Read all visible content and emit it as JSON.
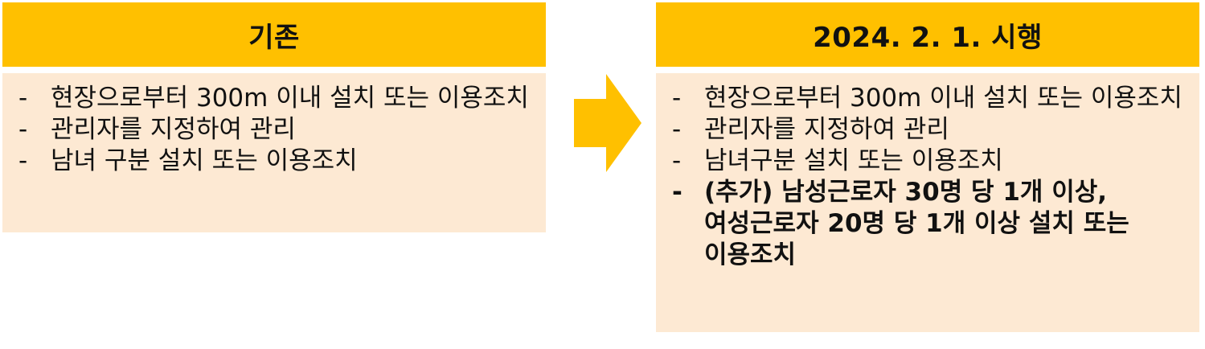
{
  "before": {
    "title": "기존",
    "items": [
      {
        "bullet": "-",
        "text": "현장으로부터 300m 이내 설치 또는 이용조치"
      },
      {
        "bullet": "-",
        "text": "관리자를 지정하여 관리"
      },
      {
        "bullet": "-",
        "text": "남녀 구분 설치 또는 이용조치"
      }
    ]
  },
  "after": {
    "title": "2024. 2. 1. 시행",
    "items": [
      {
        "bullet": "-",
        "text": "현장으로부터 300m 이내 설치 또는 이용조치"
      },
      {
        "bullet": "-",
        "text": "관리자를 지정하여 관리"
      },
      {
        "bullet": "-",
        "text": "남녀구분 설치 또는 이용조치"
      },
      {
        "bullet": "-",
        "text": "(추가) 남성근로자 30명 당 1개 이상, 여성근로자 20명 당 1개 이상 설치 또는 이용조치"
      }
    ]
  },
  "colors": {
    "header": "#ffc000",
    "body": "#fde9d3",
    "arrow": "#ffc000"
  },
  "icons": {
    "arrow": "right-arrow-icon"
  }
}
